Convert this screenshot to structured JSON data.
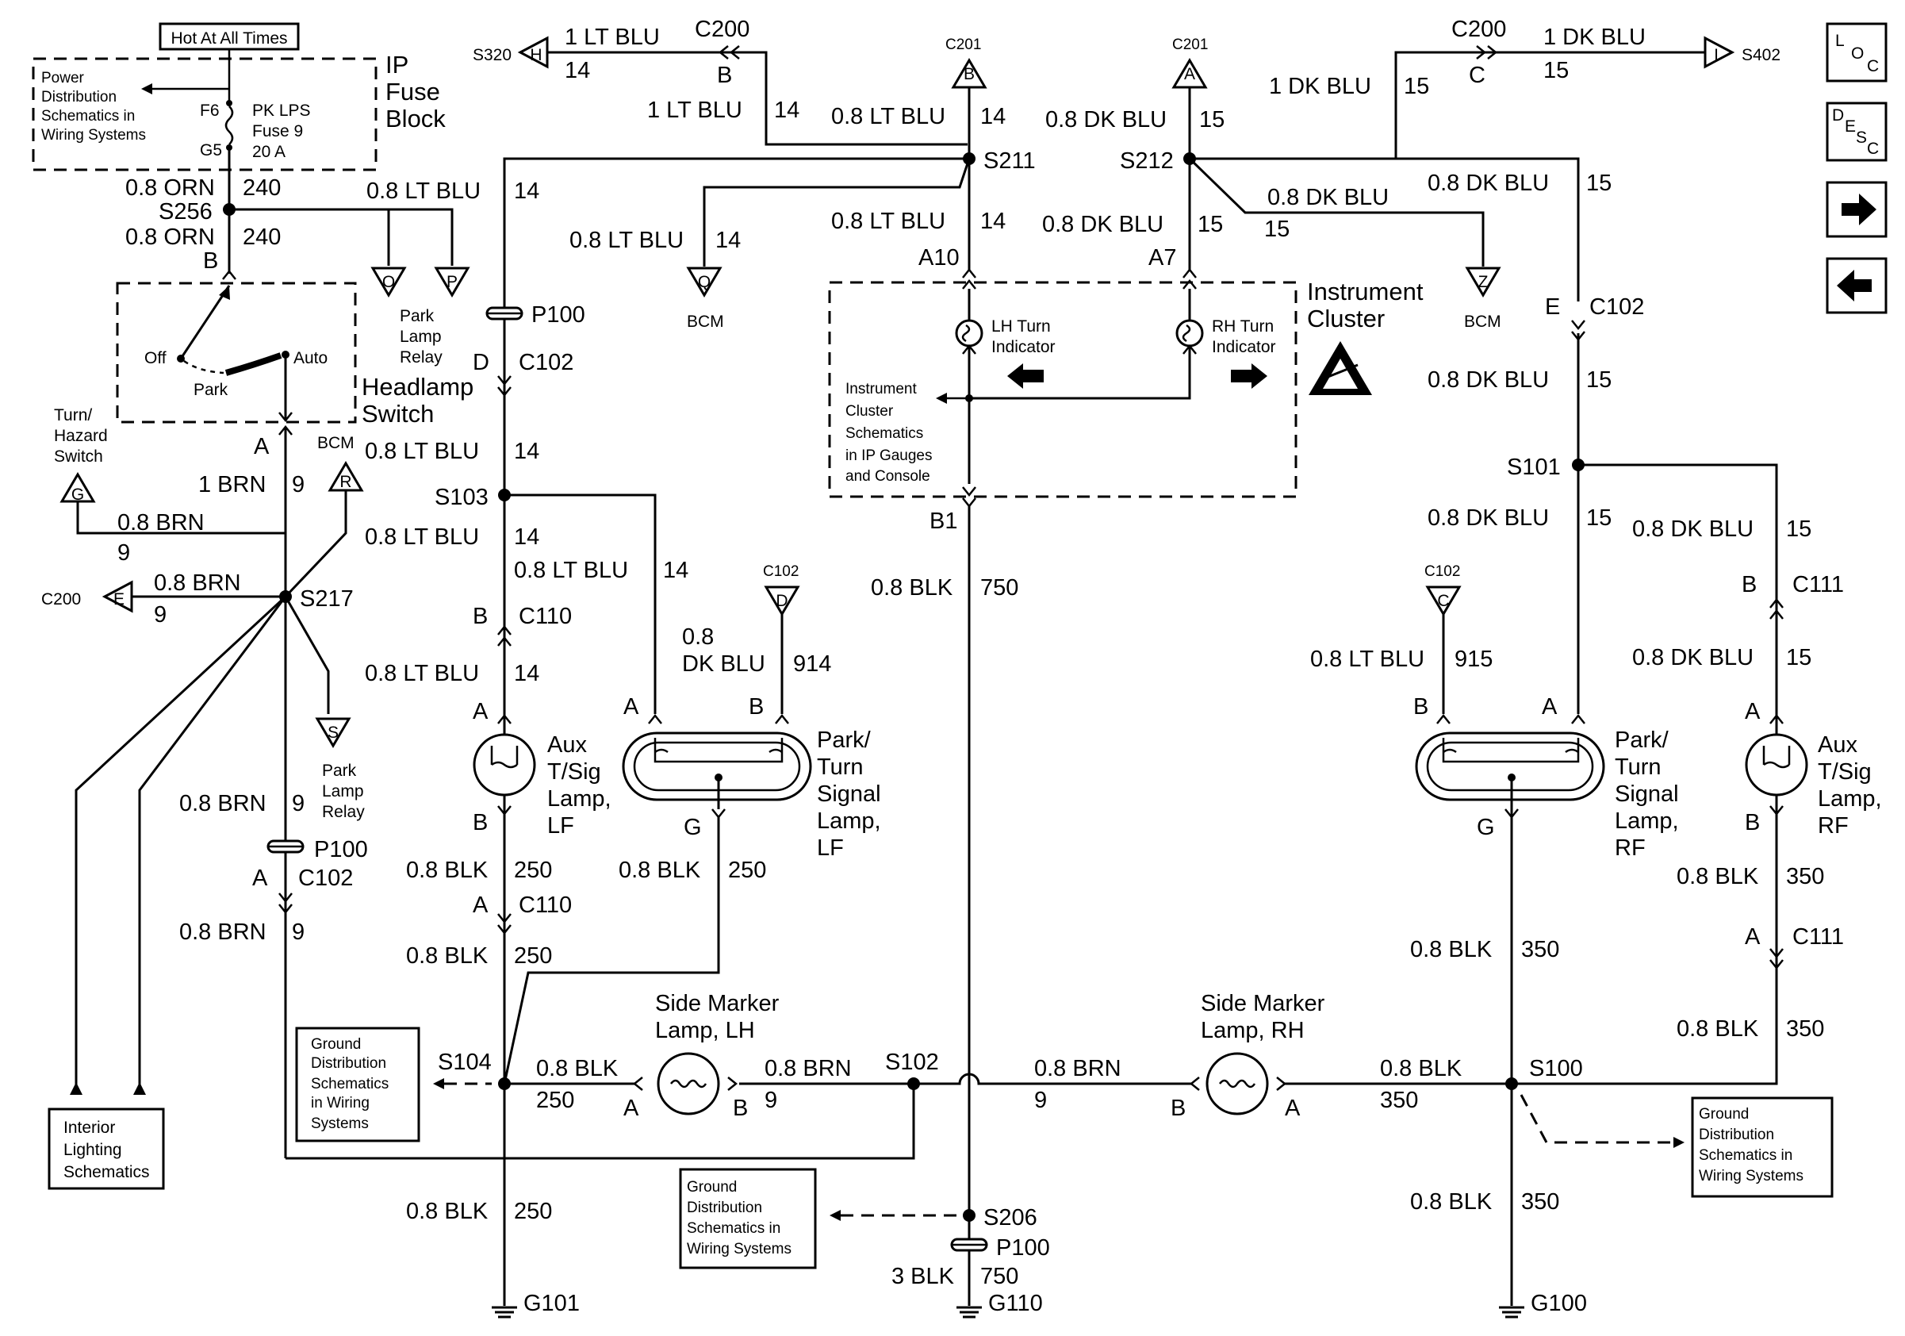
{
  "header": {
    "hot_label": "Hot At All Times",
    "ip_fuse_block": [
      "IP",
      "Fuse",
      "Block"
    ],
    "power_distribution": [
      "Power",
      "Distribution",
      "Schematics in",
      "Wiring Systems"
    ],
    "fuse_pin_top": "F6",
    "fuse_pin_bottom": "G5",
    "fuse_info": [
      "PK LPS",
      "Fuse 9",
      "20 A"
    ]
  },
  "nav": {
    "loc": "LOC",
    "desc": "DESC",
    "next_arrow": "arrow-right-icon",
    "prev_arrow": "arrow-left-icon"
  },
  "top_wires": {
    "left_conn_id": "S320",
    "left_conn_letter": "H",
    "left_wire": "1 LT BLU",
    "left_circuit": "14",
    "left_c200": "C200",
    "left_c200_pin": "B",
    "left_wire2": "1 LT BLU",
    "left_circuit2": "14",
    "right_c200": "C200",
    "right_c200_pin": "C",
    "right_wire": "1 DK BLU",
    "right_circuit": "15",
    "right_conn_id": "S402",
    "right_conn_letter": "I",
    "right_wire2": "1 DK BLU",
    "right_circuit2": "15",
    "c201_b": "C201",
    "c201_b_pin": "B",
    "c201_a": "C201",
    "c201_a_pin": "A"
  },
  "splices": {
    "s211": "S211",
    "s212": "S212",
    "s256": "S256",
    "s217": "S217",
    "s103": "S103",
    "s101": "S101",
    "s104": "S104",
    "s102": "S102",
    "s100": "S100",
    "s206": "S206"
  },
  "wires": {
    "orn_240_a": "0.8 ORN",
    "c240_a": "240",
    "orn_240_b": "0.8 ORN",
    "c240_b": "240",
    "ltblu_top": "0.8 LT BLU",
    "c14_top": "14",
    "ltblu_s211": "0.8 LT BLU",
    "c14_s211": "14",
    "ltblu_bcm": "0.8 LT BLU",
    "c14_bcm": "14",
    "ltblu_a10": "0.8 LT BLU",
    "c14_a10": "14",
    "dkblu_s212": "0.8 DK BLU",
    "c15_s212": "15",
    "dkblu_a7": "0.8 DK BLU",
    "c15_a7": "15",
    "dkblu_bcmz": "0.8 DK BLU",
    "c15_bcmz": "15",
    "dkblu_right_top": "0.8 DK BLU",
    "c15_right_top": "15",
    "dkblu_right_mid": "0.8 DK BLU",
    "c15_right_mid": "15",
    "dkblu_right_low": "0.8 DK BLU",
    "c15_right_low": "15",
    "dkblu_far": "0.8 DK BLU",
    "c15_far": "15",
    "dkblu_far2": "0.8 DK BLU",
    "c15_far2": "15",
    "brn_9_a": "1 BRN",
    "c9_a": "9",
    "brn_9_g": "0.8 BRN",
    "c9_g": "9",
    "brn_9_e": "0.8 BRN",
    "c9_e": "9",
    "brn_9_b": "0.8 BRN",
    "c9_b": "9",
    "brn_9_c": "0.8 BRN",
    "c9_c": "9",
    "ltblu_a": "0.8 LT BLU",
    "c14_a": "14",
    "ltblu_b": "0.8 LT BLU",
    "c14_b": "14",
    "ltblu_c": "0.8 LT BLU",
    "c14_c": "14",
    "ltblu_d": "0.8 LT BLU",
    "c14_d": "14",
    "dkblu_914": [
      "0.8",
      "DK BLU"
    ],
    "c914": "914",
    "ltblu_915": "0.8 LT BLU",
    "c915": "915",
    "blk_750": "0.8 BLK",
    "c750": "750",
    "blk_250_a": "0.8 BLK",
    "c250_a": "250",
    "blk_250_b": "0.8 BLK",
    "c250_b": "250",
    "blk_250_c": "0.8 BLK",
    "c250_c": "250",
    "blk_250_d": "0.8 BLK",
    "c250_d": "250",
    "blk_250_e": "0.8 BLK",
    "c250_e": "250",
    "blk_350_a": "0.8 BLK",
    "c350_a": "350",
    "blk_350_b": "0.8 BLK",
    "c350_b": "350",
    "blk_350_c": "0.8 BLK",
    "c350_c": "350",
    "blk_350_d": "0.8 BLK",
    "c350_d": "350",
    "blk_350_e": "0.8 BLK",
    "c350_e": "350",
    "brn_marker_l": "0.8 BRN",
    "c9_marker_l": "9",
    "brn_marker_r": "0.8 BRN",
    "c9_marker_r": "9",
    "blk3_750": "3 BLK",
    "c750_b": "750"
  },
  "connectors": {
    "p100_a": "P100",
    "c102_d": "C102",
    "c102_d_pin": "D",
    "c110_b": "C110",
    "c110_b_pin": "B",
    "c110_a": "C110",
    "c110_a_pin": "A",
    "p100_b": "P100",
    "c102_a": "C102",
    "c102_a_pin": "A",
    "c102_e": "C102",
    "c102_e_pin": "E",
    "c111_b": "C111",
    "c111_b_pin": "B",
    "c111_a": "C111",
    "c111_a_pin": "A",
    "p100_c": "P100",
    "a10": "A10",
    "a7": "A7",
    "b1": "B1",
    "pin_b_sw": "B",
    "pin_a_sw": "A"
  },
  "components": {
    "headlamp_switch": [
      "Headlamp",
      "Switch"
    ],
    "sw_off": "Off",
    "sw_park": "Park",
    "sw_auto": "Auto",
    "park_lamp_relay_top": [
      "Park",
      "Lamp",
      "Relay"
    ],
    "park_lamp_relay_bot": [
      "Park",
      "Lamp",
      "Relay"
    ],
    "turn_hazard": [
      "Turn/",
      "Hazard",
      "Switch"
    ],
    "bcm_r": "BCM",
    "c200_e": "C200",
    "bcm_q": "BCM",
    "bcm_z": "BCM",
    "c102_d_tri": "C102",
    "c102_c_tri": "C102",
    "instrument_cluster": [
      "Instrument",
      "Cluster"
    ],
    "lh_turn": [
      "LH Turn",
      "Indicator"
    ],
    "rh_turn": [
      "RH Turn",
      "Indicator"
    ],
    "cluster_schematics": [
      "Instrument",
      "Cluster",
      "Schematics",
      "in IP Gauges",
      "and Console"
    ],
    "aux_lf": [
      "Aux",
      "T/Sig",
      "Lamp,",
      "LF"
    ],
    "aux_rf": [
      "Aux",
      "T/Sig",
      "Lamp,",
      "RF"
    ],
    "park_turn_lf": [
      "Park/",
      "Turn",
      "Signal",
      "Lamp,",
      "LF"
    ],
    "park_turn_rf": [
      "Park/",
      "Turn",
      "Signal",
      "Lamp,",
      "RF"
    ],
    "side_marker_lh": [
      "Side Marker",
      "Lamp, LH"
    ],
    "side_marker_rh": [
      "Side Marker",
      "Lamp, RH"
    ],
    "ground_dist_left": [
      "Ground",
      "Distribution",
      "Schematics",
      "in Wiring",
      "Systems"
    ],
    "ground_dist_mid": [
      "Ground",
      "Distribution",
      "Schematics in",
      "Wiring Systems"
    ],
    "ground_dist_right": [
      "Ground",
      "Distribution",
      "Schematics in",
      "Wiring Systems"
    ],
    "interior_lighting": [
      "Interior",
      "Lighting",
      "Schematics"
    ]
  },
  "grounds": {
    "g101": "G101",
    "g110": "G110",
    "g100": "G100"
  },
  "tri_letters": {
    "o": "O",
    "p": "P",
    "q": "Q",
    "z": "Z",
    "g": "G",
    "r": "R",
    "s": "S",
    "e": "E",
    "d": "D",
    "c": "C"
  },
  "pins": {
    "aux_lf_a": "A",
    "aux_lf_b": "B",
    "ptl_a": "A",
    "ptl_b": "B",
    "ptl_g": "G",
    "ptr_b": "B",
    "ptr_a": "A",
    "ptr_g": "G",
    "aux_rf_a": "A",
    "aux_rf_b": "B",
    "sml_a": "A",
    "sml_b": "B",
    "smr_b": "B",
    "smr_a": "A"
  }
}
